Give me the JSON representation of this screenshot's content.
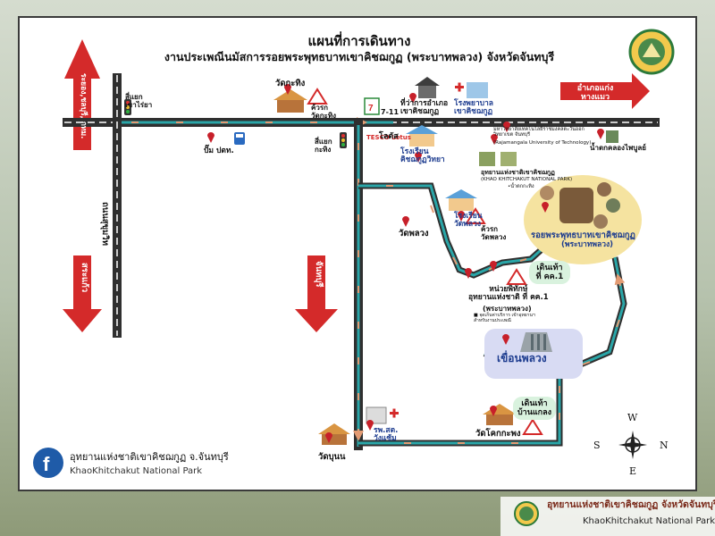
{
  "title": {
    "main": "แผนที่การเดินทาง",
    "sub": "งานประเพณีนมัสการรอยพระพุทธบาทเขาคิชฌกูฏ (พระบาทพลวง) จังหวัดจันทบุรี"
  },
  "arrows": {
    "top_left": "ระยอง,ชลบุรี, กทม.",
    "right": "อำเภอแก่ง\nหางแมว",
    "bottom_left": "สระแก้ว",
    "middle": "จันทบุรี"
  },
  "road": {
    "sukhumvit": "ถนนสุขุมวิท"
  },
  "places": {
    "intersection_khao_rai_ya": "สี่แยก\nเขาไร่ยา",
    "wat_kathing": "วัดกะทิง",
    "curve_kathing": "ค้วรก\nวัดกะทิง",
    "seven_eleven": "7-11",
    "district_office": "ที่ว่าการอำเภอ\nเขาคิชฌกูฏ",
    "hospital": "โรงพยาบาล\nเขาคิชฌกูฏ",
    "gas_station": "ปั๊ม ปตท.",
    "intersection_kathing": "สี่แยก\nกะทิง",
    "tesco_logo": "TESCO Lotus",
    "lotus": "โลตัส",
    "school_khitchakut": "โรงเรียน\nคิชฌกูฏวิทยา",
    "rambhai_univ": "มหาวิทยาลัยเทคโนโลยีราชมงคลตะวันออก\nวิทยาเขต จันทบุรี",
    "rambhai_univ_en": "(Rajamangala University of Technology)",
    "waterfall": "น้ำตกคลองไพบูลย์",
    "park_hq": "อุทยานแห่งชาติเขาคิชฌกูฏ",
    "park_hq_en": "(KHAO KHITCHAKUT NATIONAL PARK)",
    "park_hq_sub": "•น้ำตกกะทิง",
    "school_phluang": "โรงเรียน\nวัดพลวง",
    "wat_phluang": "วัดพลวง",
    "curve_phluang": "ค้วรก\nวัดพลวง",
    "footprint": "รอยพระพุทธบาทเขาคิชฌกูฏ",
    "footprint_sub": "(พระบาทพลวง)",
    "walk_1": "เดินเท้า\nที่ คค.1",
    "unit_1": "หน่วยพิทักษ์\nอุทยานแห่งชาติ ที่ คค.1",
    "unit_1_sub": "(พระบาทพลวง)",
    "unit_1_note": "■ จุดเก็บค่าบริการ เข้าอุทยานฯ\nสำหรับงานประเพณี",
    "dam": "เขื่อนพลวง",
    "walk_2": "เดินเท้า\nบ้านแกลง",
    "wat_khotkrapho": "วัดโคกกะพง",
    "health_center": "รพ.สต.\nวังแซ้ม",
    "wat_bun": "วัดบุนน"
  },
  "compass": {
    "w": "W",
    "s": "S",
    "n": "N",
    "e": "E"
  },
  "facebook": {
    "name_th": "อุทยานแห่งชาติเขาคิชฌกูฏ จ.จันทบุรี",
    "name_en": "KhaoKhitchakut National Park"
  },
  "footer": {
    "name_th": "อุทยานแห่งชาติเขาคิชฌกูฏ จังหวัดจันทบุรี",
    "name_en": "KhaoKhitchakut National Park"
  },
  "colors": {
    "arrow_red": "#d42a2a",
    "road_dark": "#2f2f2f",
    "route_teal": "#2aa6a8",
    "route_arrow": "#e39b73",
    "pin_red": "#c7202a",
    "facebook_blue": "#1f5ba8",
    "highlight_yellow": "#f5e3a0",
    "highlight_green": "#d9f2de",
    "highlight_lavender": "#d8dbf3"
  }
}
